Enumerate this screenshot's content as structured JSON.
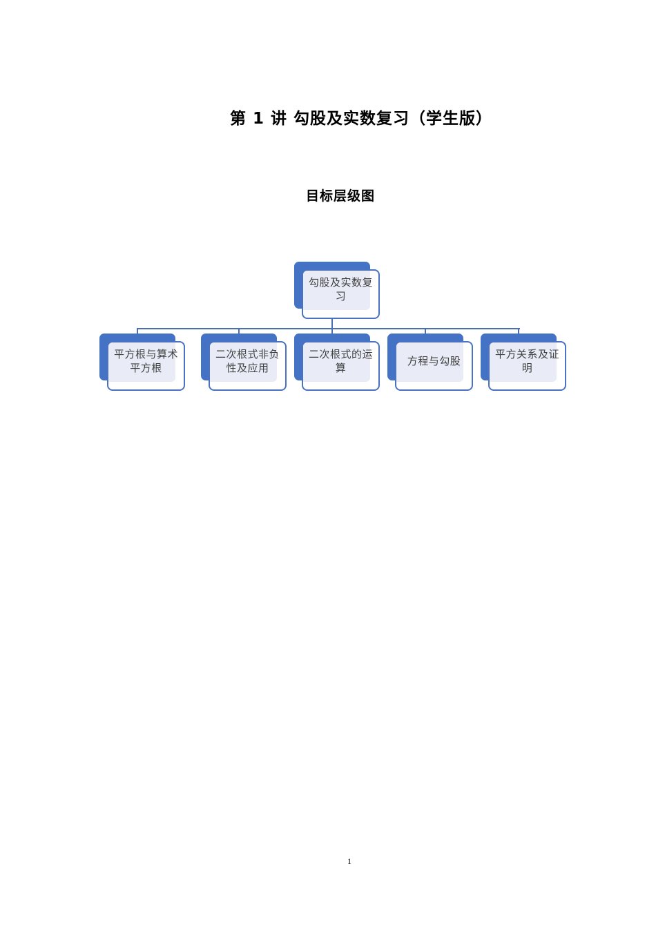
{
  "document": {
    "title": "第 1 讲  勾股及实数复习（学生版）",
    "section_heading": "目标层级图",
    "page_number": "1"
  },
  "diagram": {
    "type": "hierarchy",
    "colors": {
      "accent_back": "#4472c4",
      "border": "#4a72c0",
      "fill": "#e9ecf7",
      "connector": "#4a6fb5",
      "text": "#404040"
    },
    "root": {
      "label": "勾股及实数复习"
    },
    "children": [
      {
        "label": "平方根与算术平方根"
      },
      {
        "label": "二次根式非负性及应用"
      },
      {
        "label": "二次根式的运算"
      },
      {
        "label": "方程与勾股"
      },
      {
        "label": "平方关系及证明"
      }
    ]
  }
}
